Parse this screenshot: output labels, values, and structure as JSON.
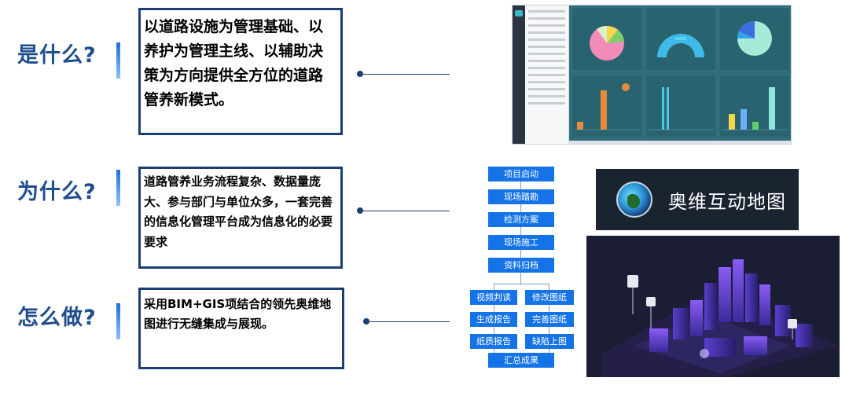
{
  "questions": [
    {
      "label": "是什么?",
      "text": "以道路设施为管理基础、以养护为管理主线、以辅助决策为方向提供全方位的道路管养新模式。"
    },
    {
      "label": "为什么?",
      "text": "道路管养业务流程复杂、数据量庞大、参与部门与单位众多，一套完善的信息化管理平台成为信息化的必要要求"
    },
    {
      "label": "怎么做?",
      "text": "采用BIM+GIS项结合的领先奥维地图进行无缝集成与展现。"
    }
  ],
  "flowchart": {
    "steps": [
      "项目启动",
      "现场踏勘",
      "检测方案",
      "现场施工",
      "资料归档"
    ],
    "left_branch": [
      "视频判读",
      "生成报告",
      "纸质报告"
    ],
    "right_branch": [
      "修改图纸",
      "完善图纸",
      "缺陷上图"
    ],
    "final": "汇总成果"
  },
  "map_logo": {
    "title": "奥维互动地图"
  },
  "colors": {
    "accent": "#1f4e8c",
    "border": "#1b3f73",
    "flow_blue": "#1473e6",
    "dash_bg": "#2e6d7a"
  }
}
